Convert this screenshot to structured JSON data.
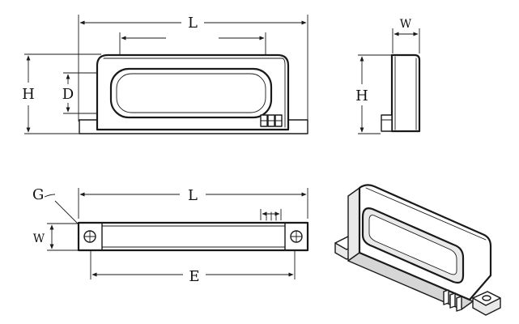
{
  "labels": {
    "length": "L",
    "width": "W",
    "height": "H",
    "depth": "D",
    "gap": "G",
    "pitch": "E"
  }
}
